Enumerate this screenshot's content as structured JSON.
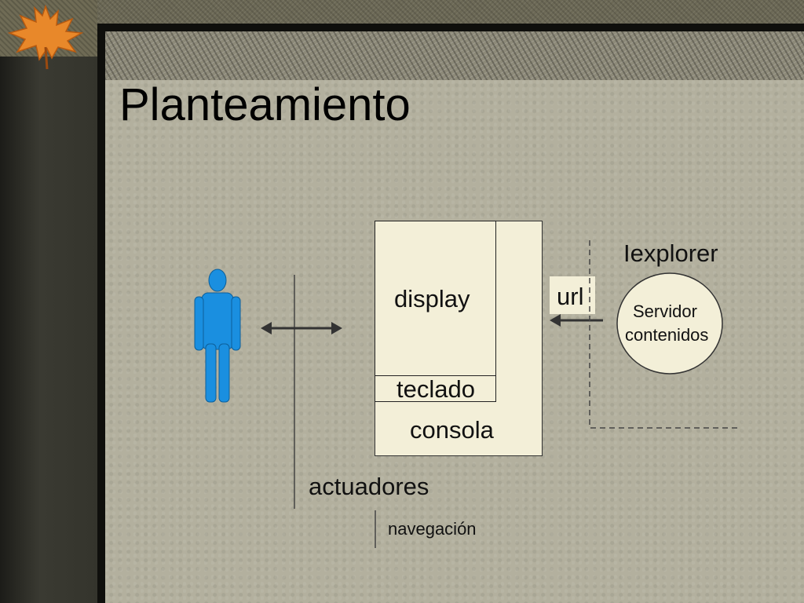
{
  "slide": {
    "title": "Planteamiento"
  },
  "diagram": {
    "display_label": "display",
    "keyboard_label": "teclado",
    "console_label": "consola",
    "url_label": "url",
    "browser_label": "Iexplorer",
    "server_label_line1": "Servidor",
    "server_label_line2": "contenidos",
    "actuators_label": "actuadores",
    "navigation_label": "navegación"
  },
  "colors": {
    "person": "#1a8fe0",
    "box_fill": "#f3efd8",
    "slide_bg": "#b3b09e",
    "leaf": "#e8882a"
  },
  "icons": [
    "maple-leaf-icon",
    "person-icon",
    "double-arrow-icon",
    "left-arrow-icon"
  ]
}
